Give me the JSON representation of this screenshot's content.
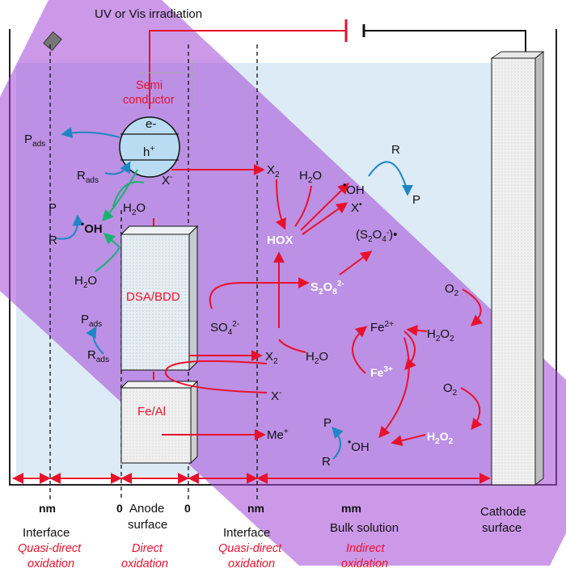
{
  "colors": {
    "beam": "#a246d6",
    "solution": "#dcebf6",
    "red_arrow": "#e8112d",
    "blue_arrow": "#1f86c4",
    "green_arrow": "#18b371",
    "electrode": "#dfe7ec"
  },
  "top": {
    "irradiation": "UV or Vis irradiation"
  },
  "semiconductor": {
    "title_1": "Semi",
    "title_2": "conductor",
    "electron": "e-",
    "hole": "h",
    "hole_sup": "+"
  },
  "electrodes": {
    "dsa": "DSA/BDD",
    "feal": "Fe/Al",
    "cathode_1": "Cathode",
    "cathode_2": "surface"
  },
  "species": {
    "p": "P",
    "r": "R",
    "ads": "ads",
    "oh_dot": "•",
    "oh": "OH",
    "h2o": "H",
    "h2o_sub": "2",
    "h2o_o": "O",
    "x": "X",
    "x_sup": "-",
    "x_dot": "•",
    "hox": "HOX",
    "s2o4": "(S",
    "s2o4_b": "O",
    "s2o4_c": ")•",
    "so4": "SO",
    "so4_sup": "2-",
    "s2o8": "S",
    "s2o8_sup": "2-",
    "o2": "O",
    "h2o2": "H",
    "fe": "Fe",
    "fe2": "2+",
    "fe3": "3+",
    "me": "Me",
    "me_sup": "+"
  },
  "scale": {
    "nm_left": "nm",
    "zero_left": "0",
    "zero_right": "0",
    "nm_right": "nm",
    "mm": "mm"
  },
  "zones": [
    {
      "name": "Interface",
      "type": "Quasi-direct",
      "type2": "oxidation"
    },
    {
      "name": "Anode",
      "name2": "surface",
      "type": "Direct",
      "type2": "oxidation"
    },
    {
      "name": "Interface",
      "type": "Quasi-direct",
      "type2": "oxidation"
    },
    {
      "name": "Bulk solution",
      "type": "Indirect",
      "type2": "oxidation"
    }
  ]
}
